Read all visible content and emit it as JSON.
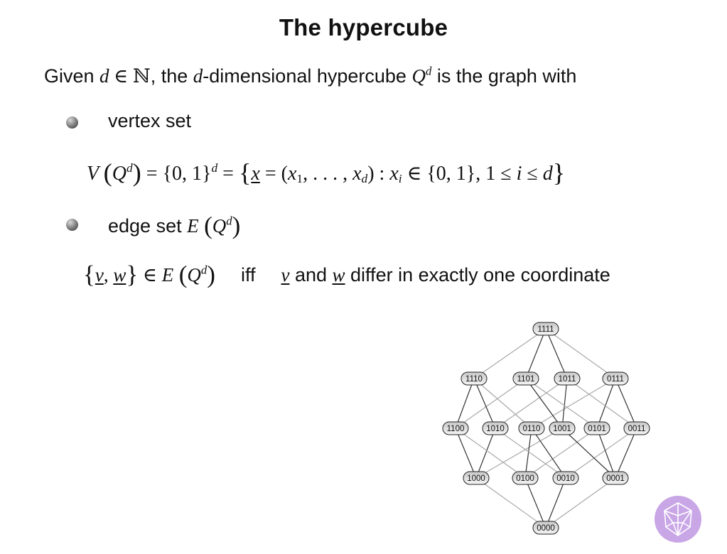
{
  "slide": {
    "title": "The hypercube",
    "intro": {
      "t1": "Given ",
      "d": "d",
      "in": " ∈ ",
      "N": "ℕ",
      "t2": ", the ",
      "t3": "-dimensional hypercube ",
      "Q": "Q",
      "t4": " is the graph with"
    },
    "bullets": [
      {
        "label": "vertex set"
      },
      {
        "label": "edge set "
      }
    ],
    "vertex_equation": {
      "V": "V",
      "part1": " = {0, 1}",
      "part2": " = ",
      "x": "x",
      "part3": " = (",
      "x1": "x",
      "sub1": "1",
      "dots": ", . . . , ",
      "xd": "x",
      "subd": "d",
      "part4": ")  :  ",
      "xi": "x",
      "subi": "i",
      "part5": " ∈ {0, 1},  1 ≤ ",
      "i": "i",
      "le": " ≤ ",
      "dd": "d"
    },
    "edge_equation": {
      "v": "v",
      "w": "w",
      "E": "E",
      "iff": "iff",
      "and": " and ",
      "differ": " differ in exactly one coordinate"
    },
    "symbols": {
      "d": "d",
      "E": "E",
      "Q": "Q",
      "lparen": "(",
      "rparen": ")",
      "lbrace": "{",
      "rbrace": "}",
      "comma": ", ",
      "in": " ∈ "
    }
  },
  "graph": {
    "levels": [
      [
        "1111"
      ],
      [
        "1110",
        "1101",
        "1011",
        "0111"
      ],
      [
        "1100",
        "1010",
        "0110",
        "1001",
        "0101",
        "0011"
      ],
      [
        "1000",
        "0100",
        "0010",
        "0001"
      ],
      [
        "0000"
      ]
    ],
    "colors": {
      "node_fill_top": "#c8c8c8",
      "node_fill_bottom": "#f4f4f4",
      "node_stroke": "#222222",
      "edge_dark": "#333333",
      "edge_light": "#a8a8a8"
    }
  },
  "logo": {
    "icon": "polytope-logo-icon",
    "bg": "#c9a6e6",
    "fg": "#ffffff"
  }
}
